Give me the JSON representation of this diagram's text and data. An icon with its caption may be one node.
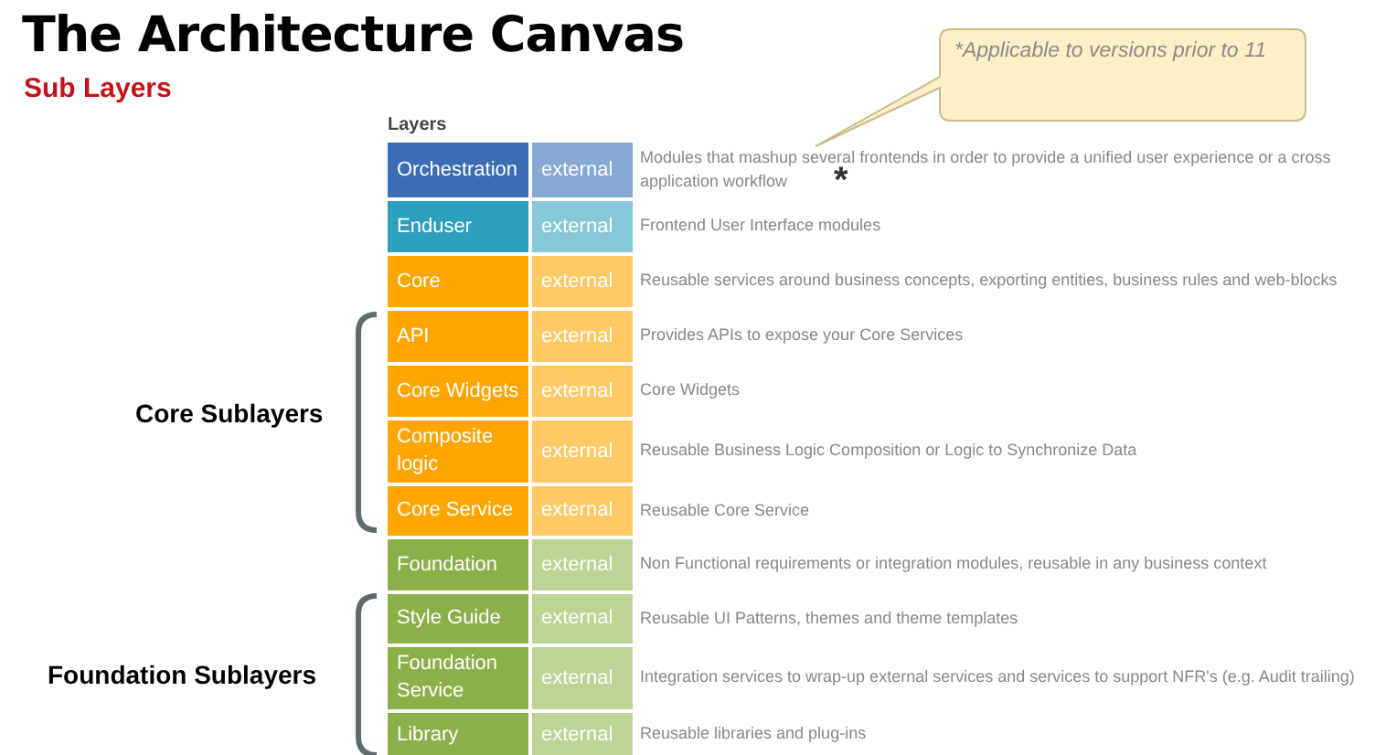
{
  "diagram": {
    "title": "The Architecture Canvas",
    "labels": [
      "Sub Layers",
      "*Applicable to versions prior to 11",
      "Layers",
      "Orchestration",
      "external",
      "Modules that mashup several frontends in order to provide a unified user experience or a cross application workflow",
      "*",
      "Enduser",
      "external",
      "Frontend User Interface modules",
      "Core",
      "external",
      "Reusable services around business concepts, exporting entities, business rules and web-blocks",
      "API",
      "external",
      "Provides APIs to expose your Core Services",
      "Core Widgets",
      "external",
      "Core Widgets",
      "Composite logic",
      "external",
      "Reusable Business Logic Composition or Logic to Synchronize Data",
      "Core Service",
      "external",
      "Reusable Core Service",
      "Foundation",
      "external",
      "Non Functional requirements or integration modules, reusable in any business context",
      "Style Guide",
      "external",
      "Reusable UI Patterns, themes and theme templates",
      "Foundation Service",
      "external",
      "Integration services to wrap-up external services and services to support NFR's (e.g. Audit trailing)",
      "Library",
      "external",
      "Reusable libraries and plug-ins",
      "Core Sublayers",
      "Foundation Sublayers"
    ]
  }
}
